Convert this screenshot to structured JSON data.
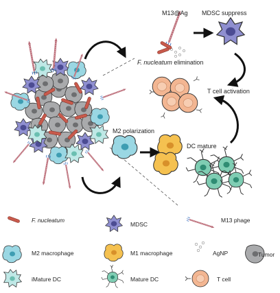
{
  "diagram": {
    "labels": {
      "m13_ag": "M13@Ag",
      "mdsc_suppress": "MDSC suppress",
      "fn_elim_italic": "F. nucleatum",
      "fn_elim_rest": " elimination",
      "t_cell_activation": "T cell activation",
      "m2_polarization": "M2 polarization",
      "dc_mature": "DC mature"
    }
  },
  "legend": {
    "items": [
      {
        "name": "fnucleatum",
        "label": "F. nucleatum",
        "italic": true,
        "icon": "rod-bacterium-icon"
      },
      {
        "name": "mdsc",
        "label": "MDSC",
        "icon": "purple-spiky-cell-icon"
      },
      {
        "name": "m13-phage",
        "label": "M13 phage",
        "icon": "phage-filament-icon"
      },
      {
        "name": "m2-macrophage",
        "label": "M2 macrophage",
        "icon": "cyan-cell-icon"
      },
      {
        "name": "m1-macrophage",
        "label": "M1 macrophage",
        "icon": "orange-cell-icon"
      },
      {
        "name": "agnp",
        "label": "AgNP",
        "icon": "nanoparticle-dots-icon"
      },
      {
        "name": "tumor",
        "label": "Tumor",
        "icon": "gray-tumor-cell-icon"
      },
      {
        "name": "imature-dc",
        "label": "iMature DC",
        "icon": "immature-dc-icon"
      },
      {
        "name": "mature-dc",
        "label": "Mature DC",
        "icon": "mature-dc-icon"
      },
      {
        "name": "t-cell",
        "label": "T cell",
        "icon": "t-cell-icon"
      }
    ]
  },
  "colors": {
    "tumor": "#a9aaac",
    "mdsc": "#8f8fd0",
    "m2": "#9ad7e3",
    "m1": "#f5c150",
    "tcell": "#f3b692",
    "dc": "#7fcdb3",
    "bacterium": "#c85a4c",
    "phage": "#b86a76"
  }
}
